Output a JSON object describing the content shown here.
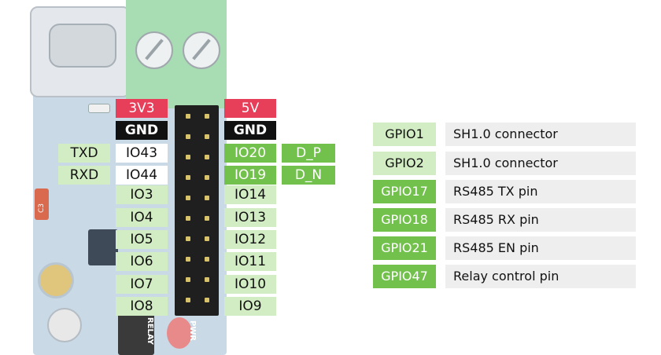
{
  "board": {
    "header_top": [
      {
        "label": "3V3",
        "color": "#e73e5a"
      },
      {
        "label": "5V",
        "color": "#e73e5a"
      }
    ],
    "gnd_labels": [
      "GND",
      "GND"
    ],
    "left_pins": [
      "IO43",
      "IO44",
      "IO3",
      "IO4",
      "IO5",
      "IO6",
      "IO7",
      "IO8"
    ],
    "right_pins": [
      "IO20",
      "IO19",
      "IO14",
      "IO13",
      "IO12",
      "IO11",
      "IO10",
      "IO9"
    ],
    "left_func": [
      "TXD",
      "RXD"
    ],
    "right_func": [
      "D_P",
      "D_N"
    ],
    "silkscreen": {
      "pwr": "PWR",
      "relay": "RELAY",
      "cap": "C3"
    }
  },
  "pin_table": [
    {
      "pin": "GPIO1",
      "description": "SH1.0 connector",
      "style": "light"
    },
    {
      "pin": "GPIO2",
      "description": "SH1.0 connector",
      "style": "light"
    },
    {
      "pin": "GPIO17",
      "description": "RS485 TX pin",
      "style": "dark"
    },
    {
      "pin": "GPIO18",
      "description": "RS485 RX pin",
      "style": "dark"
    },
    {
      "pin": "GPIO21",
      "description": "RS485 EN pin",
      "style": "dark"
    },
    {
      "pin": "GPIO47",
      "description": "Relay control pin",
      "style": "dark"
    }
  ],
  "colors": {
    "light_green": "#d2ecc4",
    "dark_green": "#73c14d",
    "power_red": "#e73e5a",
    "gnd_black": "#111111"
  }
}
